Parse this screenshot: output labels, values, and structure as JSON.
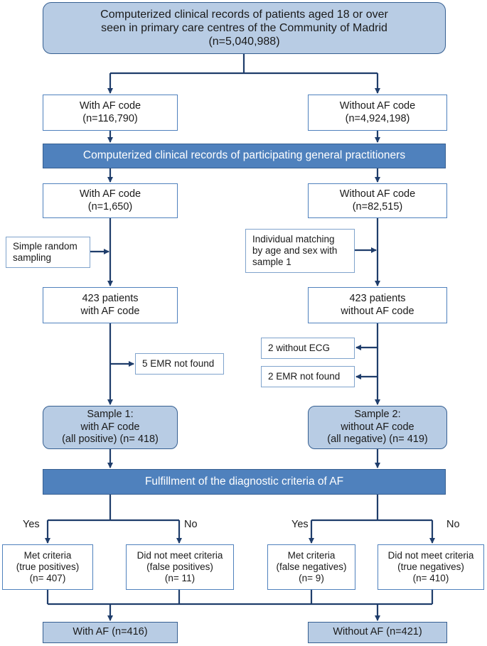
{
  "population": {
    "line1": "Computerized clinical records of patients aged 18 or over",
    "line2": "seen in primary care centres of the Community of Madrid",
    "line3": "(n=5,040,988)"
  },
  "level1": {
    "left": {
      "line1": "With AF code",
      "line2": "(n=116,790)"
    },
    "right": {
      "line1": "Without AF code",
      "line2": "(n=4,924,198)"
    }
  },
  "gp_bar": "Computerized clinical records of participating general practitioners",
  "level2": {
    "left": {
      "line1": "With AF code",
      "line2": "(n=1,650)"
    },
    "right": {
      "line1": "Without AF code",
      "line2": "(n=82,515)"
    }
  },
  "sampling": {
    "left": {
      "line1": "Simple random",
      "line2": "sampling"
    },
    "right": {
      "line1": "Individual matching",
      "line2": "by age and sex with",
      "line3": "sample 1"
    }
  },
  "level3": {
    "left": {
      "line1": "423 patients",
      "line2": "with AF code"
    },
    "right": {
      "line1": "423 patients",
      "line2": "without AF code"
    }
  },
  "exclusions": {
    "left_not_found": "5 EMR not found",
    "right_no_ecg": "2 without ECG",
    "right_not_found": "2 EMR not found"
  },
  "samples": {
    "left": {
      "line1": "Sample 1:",
      "line2": "with AF code",
      "line3": "(all positive) (n= 418)"
    },
    "right": {
      "line1": "Sample 2:",
      "line2": "without AF code",
      "line3": "(all negative) (n= 419)"
    }
  },
  "criteria_bar": "Fulfillment of the diagnostic criteria of AF",
  "branch_labels": {
    "yes_left": "Yes",
    "no_left": "No",
    "yes_right": "Yes",
    "no_right": "No"
  },
  "outcomes": [
    {
      "line1": "Met criteria",
      "line2": "(true positives)",
      "line3": "(n= 407)"
    },
    {
      "line1": "Did not meet criteria",
      "line2": "(false positives)",
      "line3": "(n= 11)"
    },
    {
      "line1": "Met criteria",
      "line2": "(false negatives)",
      "line3": "(n= 9)"
    },
    {
      "line1": "Did not meet criteria",
      "line2": "(true negatives)",
      "line3": "(n= 410)"
    }
  ],
  "final": {
    "left": "With AF (n=416)",
    "right": "Without AF (n=421)"
  },
  "colors": {
    "line": "#1f3d6b",
    "box_border": "#4f81bd",
    "bar_fill": "#4f81bd",
    "light_fill": "#b8cce4"
  }
}
